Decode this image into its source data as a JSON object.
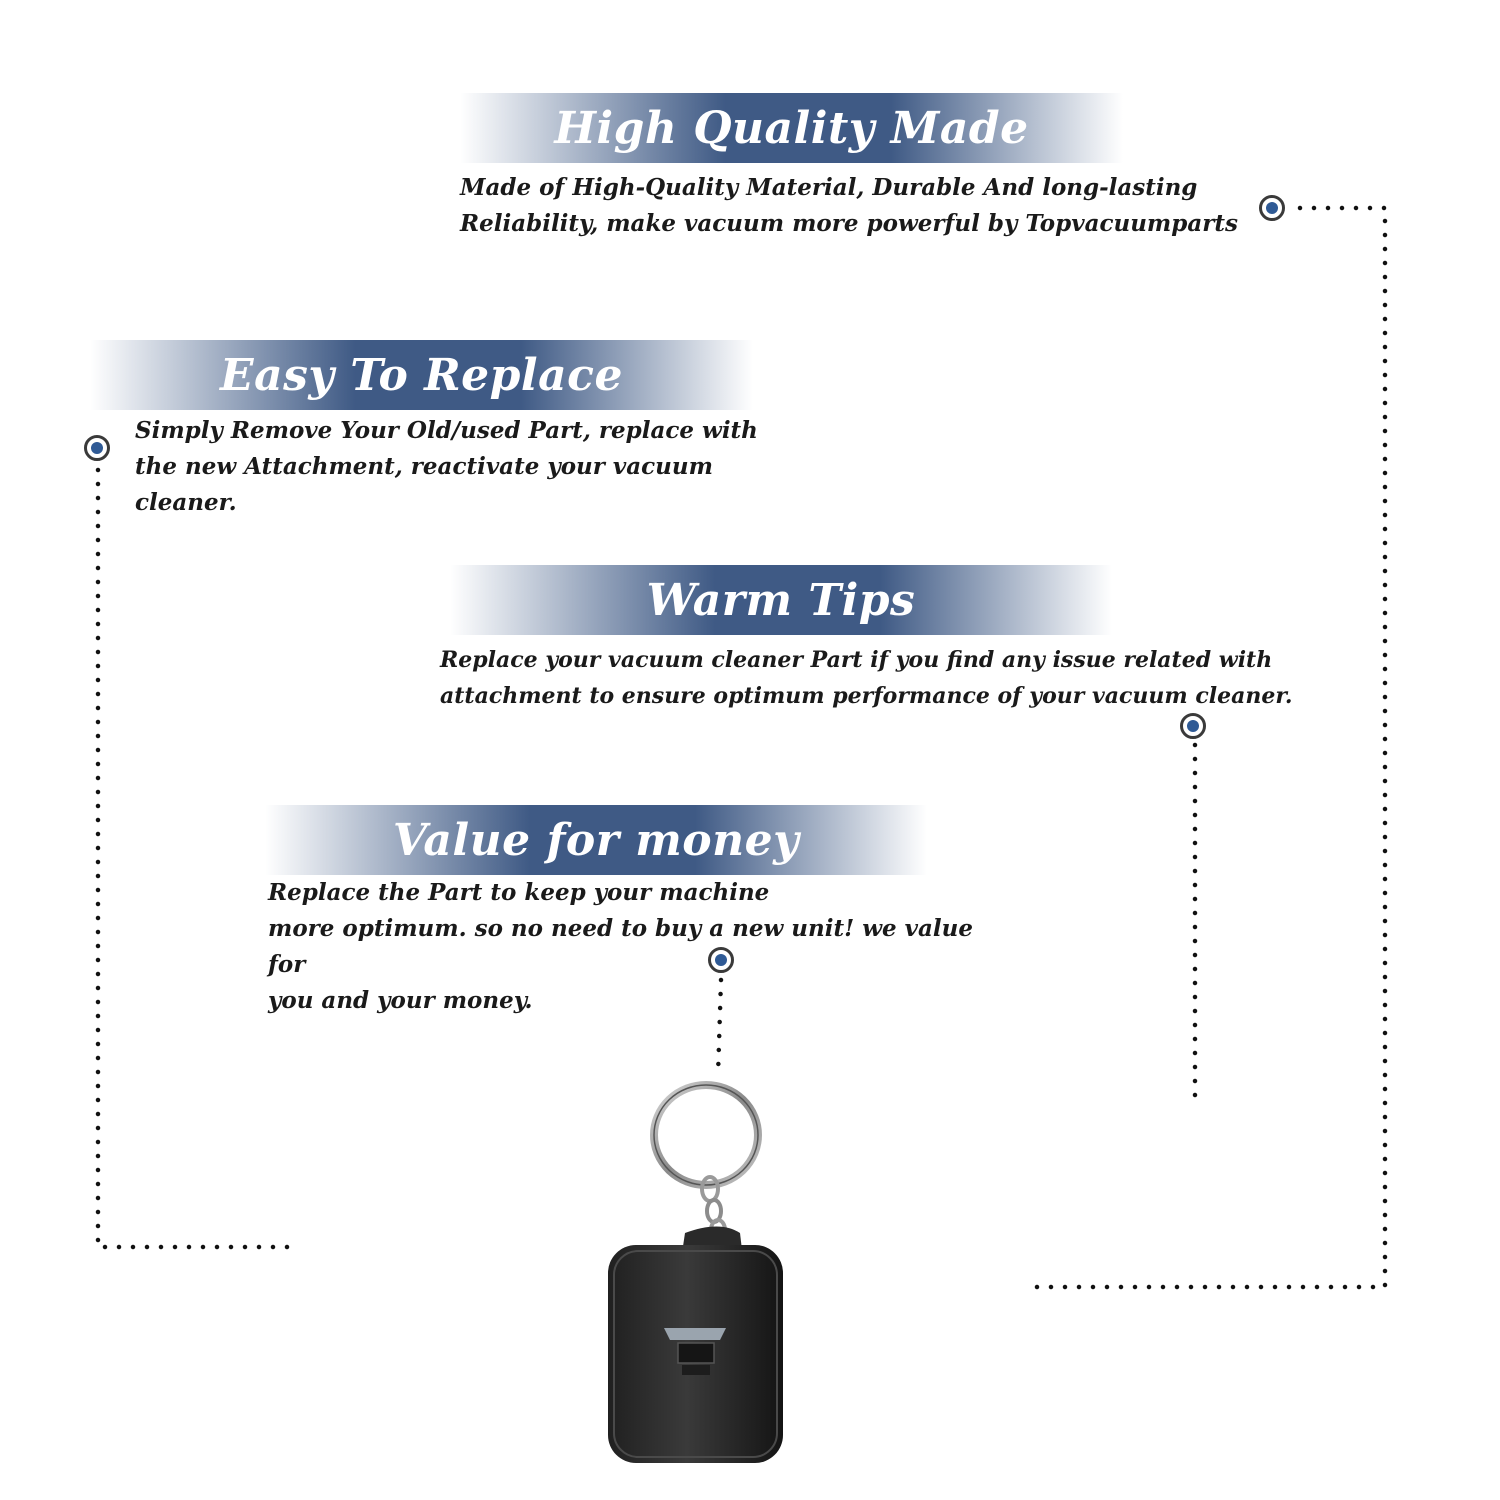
{
  "colors": {
    "banner": "#3f5a85",
    "banner_text": "#ffffff",
    "body_text": "#1a1a1a",
    "dot_fill": "#2f5a95",
    "dot_ring": "#3a3a3a",
    "connector": "#111111"
  },
  "features": [
    {
      "title": "High Quality Made",
      "desc": "Made of  High-Quality Material, Durable And long-lasting\nReliability, make vacuum more powerful by Topvacuumparts"
    },
    {
      "title": "Easy To Replace",
      "desc": "Simply Remove Your Old/used Part, replace with\nthe new Attachment, reactivate your vacuum cleaner."
    },
    {
      "title": "Warm Tips",
      "desc": "Replace your vacuum cleaner Part if you find any issue related with\n attachment to ensure optimum performance of your vacuum cleaner."
    },
    {
      "title": "Value for money",
      "desc": "Replace the Part to keep your machine\nmore optimum. so no need to buy a new unit! we value for\nyou and your money."
    }
  ],
  "product": {
    "name": "remote-keychain",
    "icon": "keychain-remote-icon"
  }
}
